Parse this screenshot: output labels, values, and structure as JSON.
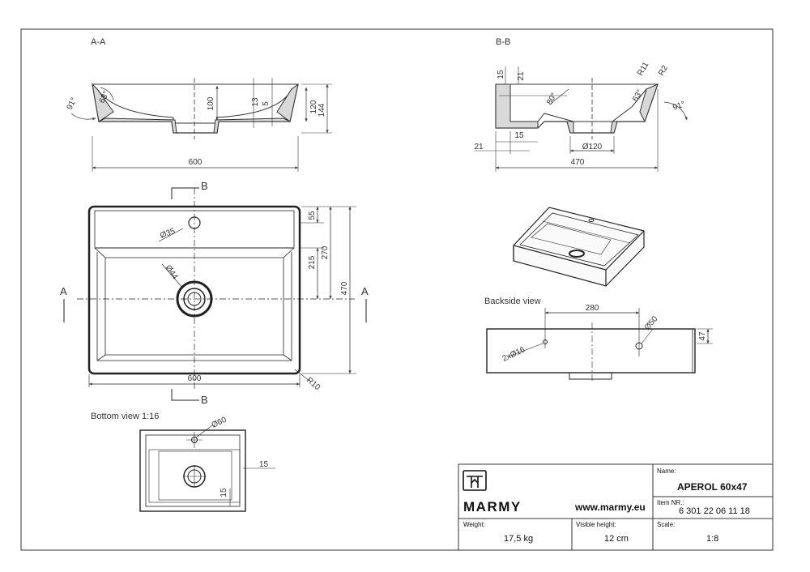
{
  "views": {
    "aa": "A-A",
    "bb": "B-B",
    "backside": "Backside view",
    "bottom": "Bottom view 1:16"
  },
  "section_markers": {
    "a": "A",
    "b": "B"
  },
  "dims": {
    "aa_width": "600",
    "aa_h100": "100",
    "aa_h13": "13",
    "aa_h5": "5",
    "aa_h120": "120",
    "aa_h144": "144",
    "aa_angle91": "91°",
    "aa_angle63": "63°",
    "bb_width": "470",
    "bb_d120": "Ø120",
    "bb_15a": "15",
    "bb_21a": "21",
    "bb_15b": "15",
    "bb_21b": "21",
    "bb_80": "80°",
    "bb_r11": "R11",
    "bb_r2": "R2",
    "bb_63": "63°",
    "bb_91": "91°",
    "top_d35": "Ø35",
    "top_d44": "Ø44",
    "top_55": "55",
    "top_215": "215",
    "top_270": "270",
    "top_470": "470",
    "top_600": "600",
    "top_r10": "R10",
    "back_280": "280",
    "back_d50": "Ø50",
    "back_2x16": "2xØ16",
    "back_47": "47",
    "bottom_d60": "Ø60",
    "bottom_15a": "15",
    "bottom_15b": "15"
  },
  "title_block": {
    "brand": "MARMY",
    "website": "www.marmy.eu",
    "name_label": "Name:",
    "name_value": "APEROL 60x47",
    "item_label": "Item NR.:",
    "item_value": "6 301 22 06 11 18",
    "weight_label": "Weight:",
    "weight_value": "17,5 kg",
    "height_label": "Visible height:",
    "height_value": "12 cm",
    "scale_label": "Scale:",
    "scale_value": "1:8"
  }
}
